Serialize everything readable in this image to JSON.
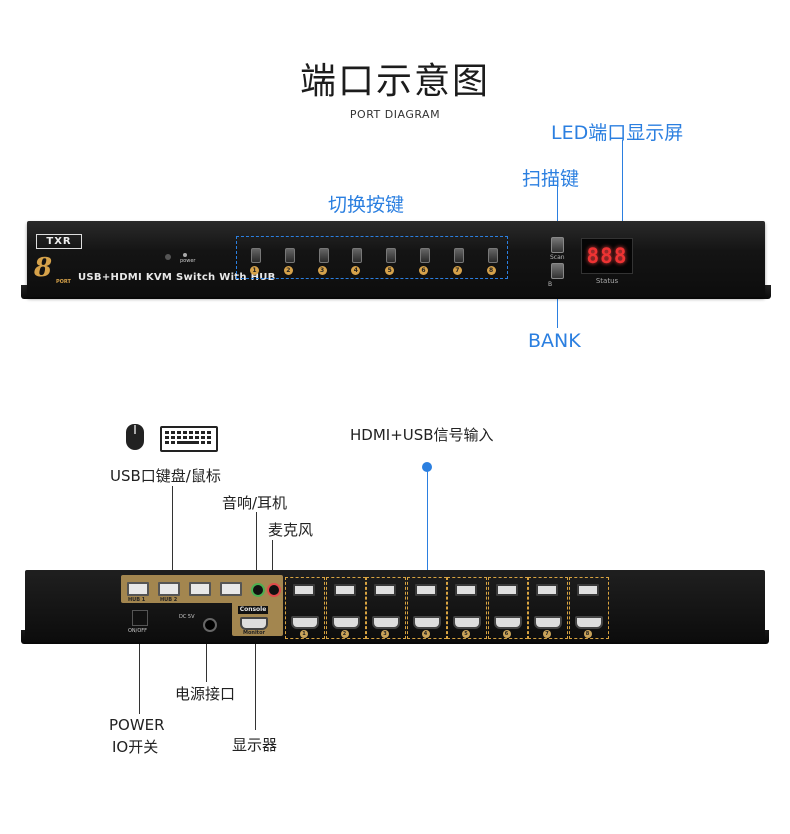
{
  "header": {
    "title": "端口示意图",
    "subtitle": "PORT DIAGRAM"
  },
  "front_labels": {
    "led_display": "LED端口显示屏",
    "scan_key": "扫描键",
    "switch_buttons": "切换按键",
    "bank": "BANK"
  },
  "front_panel": {
    "brand": "TXR",
    "port_count": "8",
    "port_word": "PORT",
    "model": "USB+HDMI KVM Switch With HUB",
    "power_led_label": "power",
    "button_numbers": [
      "1",
      "2",
      "3",
      "4",
      "5",
      "6",
      "7",
      "8"
    ],
    "scan_label": "Scan",
    "bank_label": "B",
    "led_digits": "888",
    "status_label": "Status"
  },
  "rear_labels": {
    "usb_keyboard_mouse": "USB口键盘/鼠标",
    "audio_headphone": "音响/耳机",
    "microphone": "麦克风",
    "hdmi_usb_input": "HDMI+USB信号输入",
    "power_jack": "电源接口",
    "power_switch_line1": "POWER",
    "power_switch_line2": "IO开关",
    "monitor": "显示器"
  },
  "rear_panel": {
    "hub1": "HUB 1",
    "hub2": "HUB 2",
    "console": "Console",
    "monitor": "Monitor",
    "on_off": "ON/OFF",
    "dc": "DC 5V",
    "channel_numbers": [
      "1",
      "2",
      "3",
      "4",
      "5",
      "6",
      "7",
      "8"
    ]
  },
  "colors": {
    "accent": "#2b7fe0",
    "gold": "#a3864f",
    "led": "#e33333"
  }
}
